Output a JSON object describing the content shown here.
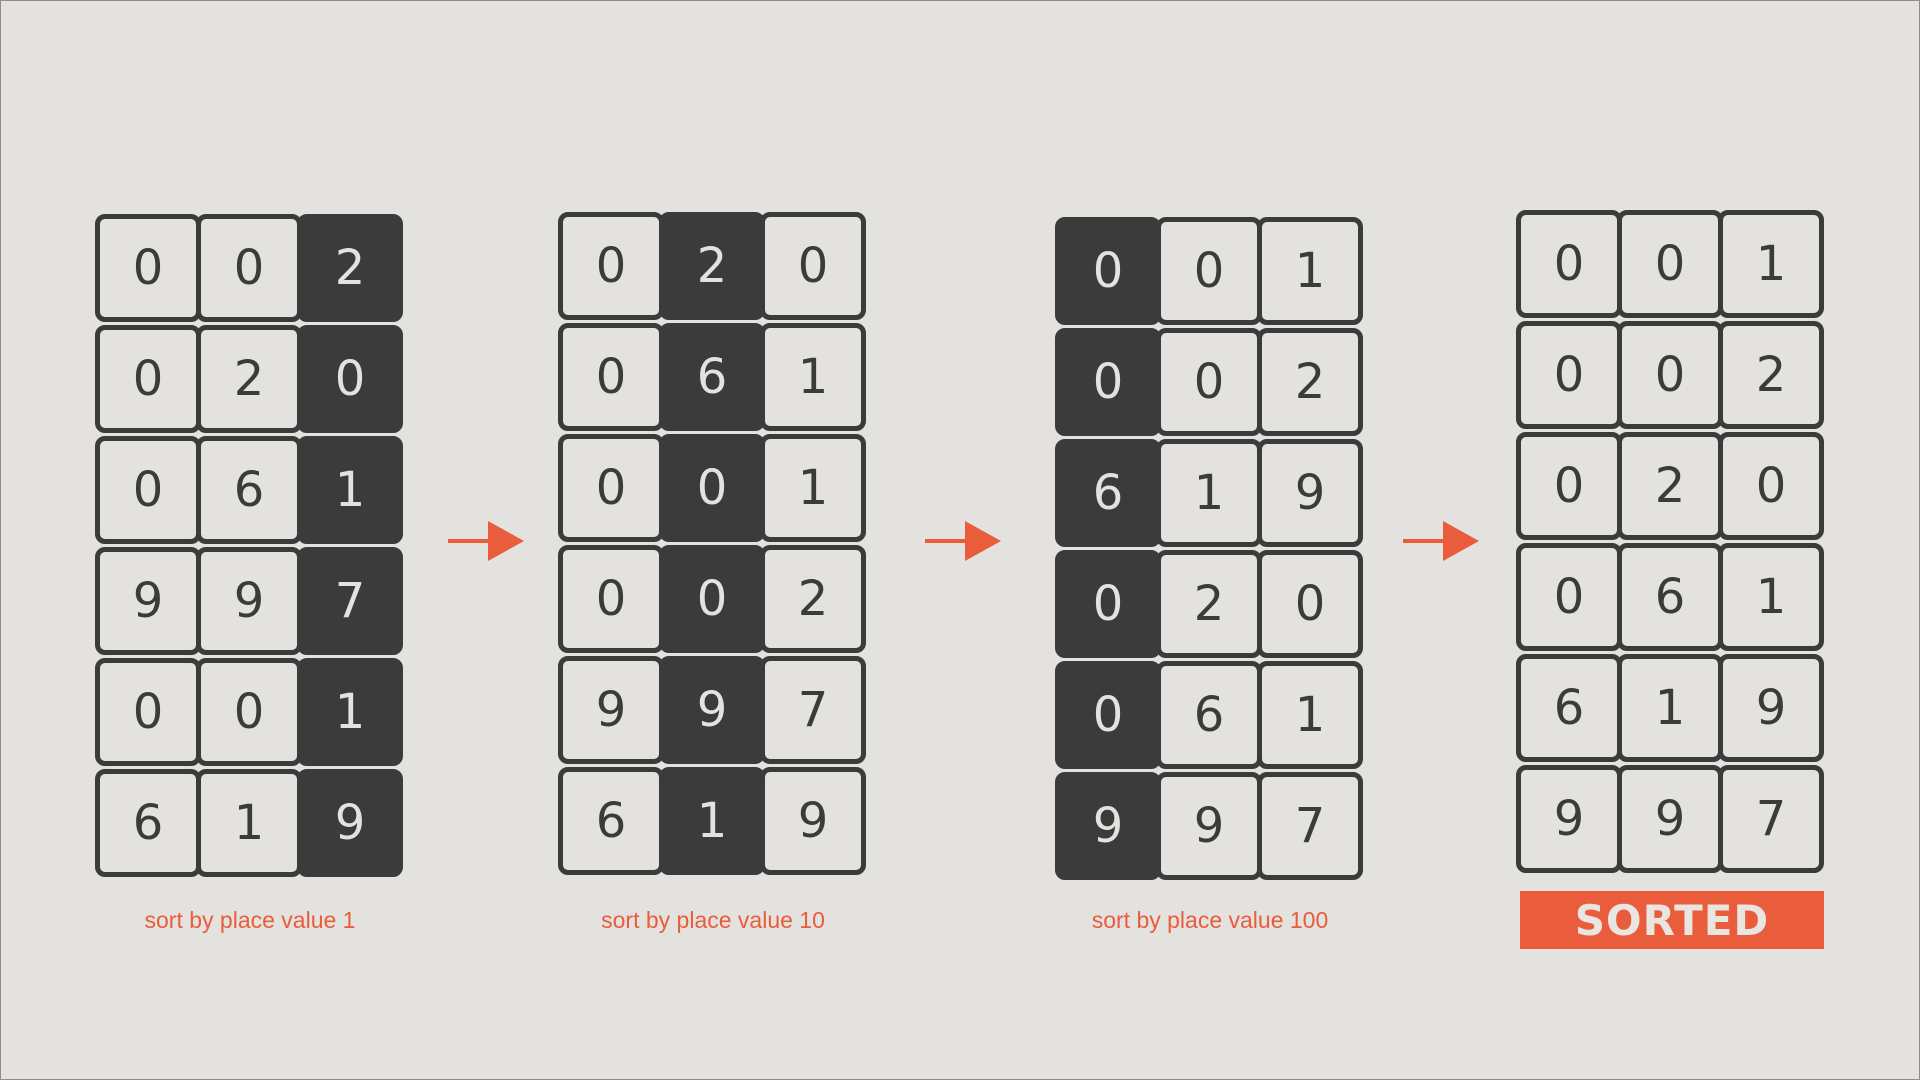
{
  "accent_color": "#e95c3c",
  "cell_color": "#3b3b3b",
  "background_color": "#e4e2de",
  "panels": [
    {
      "caption": "sort by place value 1",
      "highlight_column": 2,
      "rows": [
        [
          "0",
          "0",
          "2"
        ],
        [
          "0",
          "2",
          "0"
        ],
        [
          "0",
          "6",
          "1"
        ],
        [
          "9",
          "9",
          "7"
        ],
        [
          "0",
          "0",
          "1"
        ],
        [
          "6",
          "1",
          "9"
        ]
      ]
    },
    {
      "caption": "sort by place value 10",
      "highlight_column": 1,
      "rows": [
        [
          "0",
          "2",
          "0"
        ],
        [
          "0",
          "6",
          "1"
        ],
        [
          "0",
          "0",
          "1"
        ],
        [
          "0",
          "0",
          "2"
        ],
        [
          "9",
          "9",
          "7"
        ],
        [
          "6",
          "1",
          "9"
        ]
      ]
    },
    {
      "caption": "sort by place value 100",
      "highlight_column": 0,
      "rows": [
        [
          "0",
          "0",
          "1"
        ],
        [
          "0",
          "0",
          "2"
        ],
        [
          "6",
          "1",
          "9"
        ],
        [
          "0",
          "2",
          "0"
        ],
        [
          "0",
          "6",
          "1"
        ],
        [
          "9",
          "9",
          "7"
        ]
      ]
    },
    {
      "badge": "SORTED",
      "highlight_column": null,
      "rows": [
        [
          "0",
          "0",
          "1"
        ],
        [
          "0",
          "0",
          "2"
        ],
        [
          "0",
          "2",
          "0"
        ],
        [
          "0",
          "6",
          "1"
        ],
        [
          "6",
          "1",
          "9"
        ],
        [
          "9",
          "9",
          "7"
        ]
      ]
    }
  ],
  "arrows": [
    "right-arrow-icon",
    "right-arrow-icon",
    "right-arrow-icon"
  ]
}
